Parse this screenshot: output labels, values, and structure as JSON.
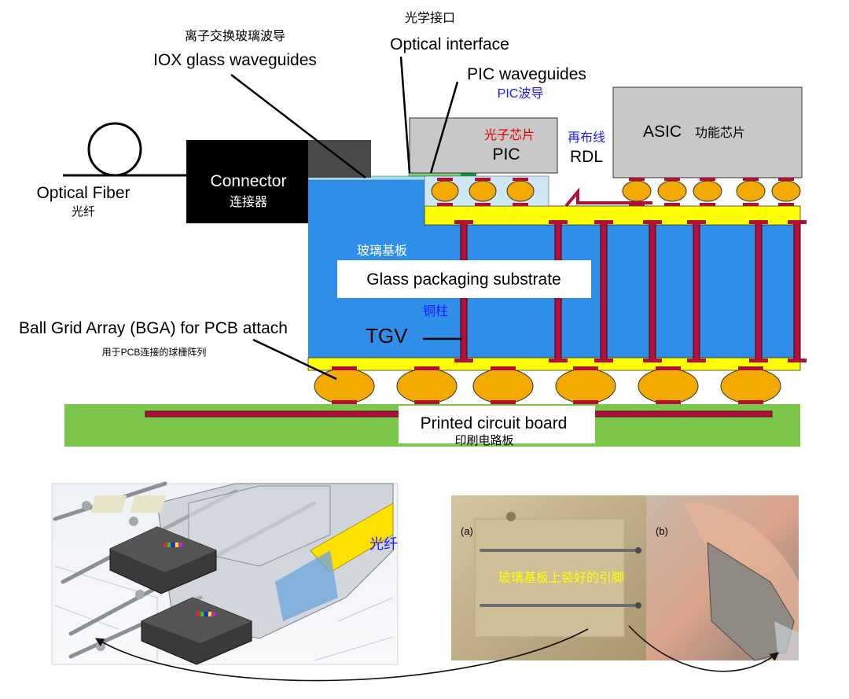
{
  "top_diagram": {
    "optical_fiber": {
      "en": "Optical Fiber",
      "zh": "光纤"
    },
    "connector": {
      "en": "Connector",
      "zh": "连接器"
    },
    "iox": {
      "zh": "离子交换玻璃波导",
      "en": "IOX glass waveguides"
    },
    "optical_interface": {
      "zh": "光学接口",
      "en": "Optical interface"
    },
    "pic_waveguides": {
      "en": "PIC waveguides",
      "zh": "PIC波导"
    },
    "pic": {
      "zh": "光子芯片",
      "en": "PIC"
    },
    "rdl": {
      "zh": "再布线",
      "en": "RDL"
    },
    "asic": {
      "en": "ASIC",
      "zh": "功能芯片"
    },
    "glass_substrate": {
      "zh": "玻璃基板",
      "en": "Glass packaging substrate"
    },
    "copper_pillar": {
      "zh": "铜柱"
    },
    "tgv": {
      "en": "TGV"
    },
    "bga": {
      "en": "Ball Grid Array (BGA) for PCB attach",
      "zh": "用于PCB连接的球栅阵列"
    },
    "pcb": {
      "en": "Printed circuit board",
      "zh": "印刷电路板"
    }
  },
  "bottom_left": {
    "fiber_label": "光纤"
  },
  "bottom_right": {
    "panel_a": "(a)",
    "panel_b": "(b)",
    "caption": "玻璃基板上装好的引脚"
  },
  "colors": {
    "substrate_blue": "#2f8ee8",
    "rdl_yellow": "#ffff00",
    "bump_orange": "#f2a900",
    "via_red": "#b0103a",
    "pcb_green": "#7cc74a",
    "label_blue": "#1a1aff",
    "label_red": "#e00000"
  }
}
